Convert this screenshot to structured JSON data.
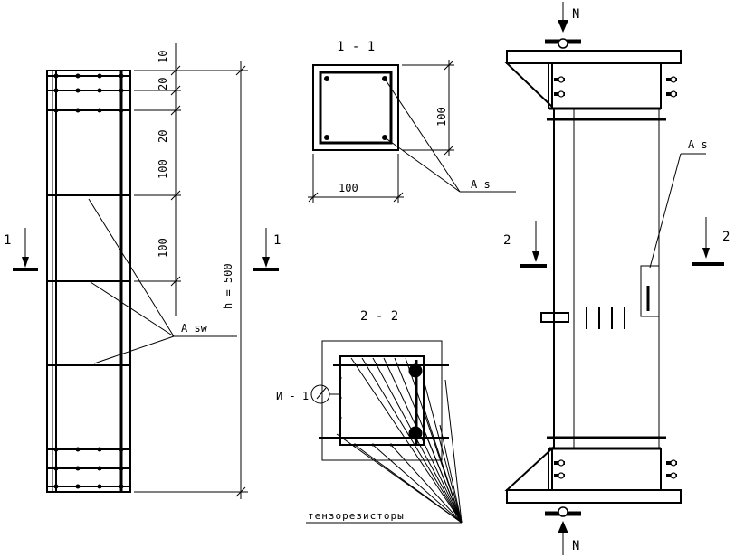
{
  "labels": {
    "sec_1": "1",
    "sec_2": "2",
    "section_1_title": "1 - 1",
    "section_2_title": "2 - 2",
    "force": "N",
    "a_s": "A s",
    "a_sw": "A sw",
    "indicator": "И - 1",
    "strain_gauges": "тензорезисторы",
    "height_dim": "h = 500",
    "dim_100": "100",
    "dim_20": "20",
    "dim_10": "10"
  }
}
